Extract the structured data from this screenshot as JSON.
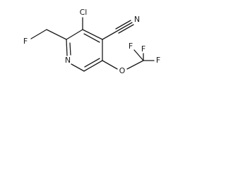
{
  "molecule": {
    "atoms": {
      "chlorine": "Cl",
      "nitrile_nitrogen": "N",
      "ring_nitrogen": "N",
      "fluoromethyl_fluorine": "F",
      "ether_oxygen": "O",
      "trifluoro_f_top": "F",
      "trifluoro_f_left": "F",
      "trifluoro_f_right": "F"
    }
  }
}
